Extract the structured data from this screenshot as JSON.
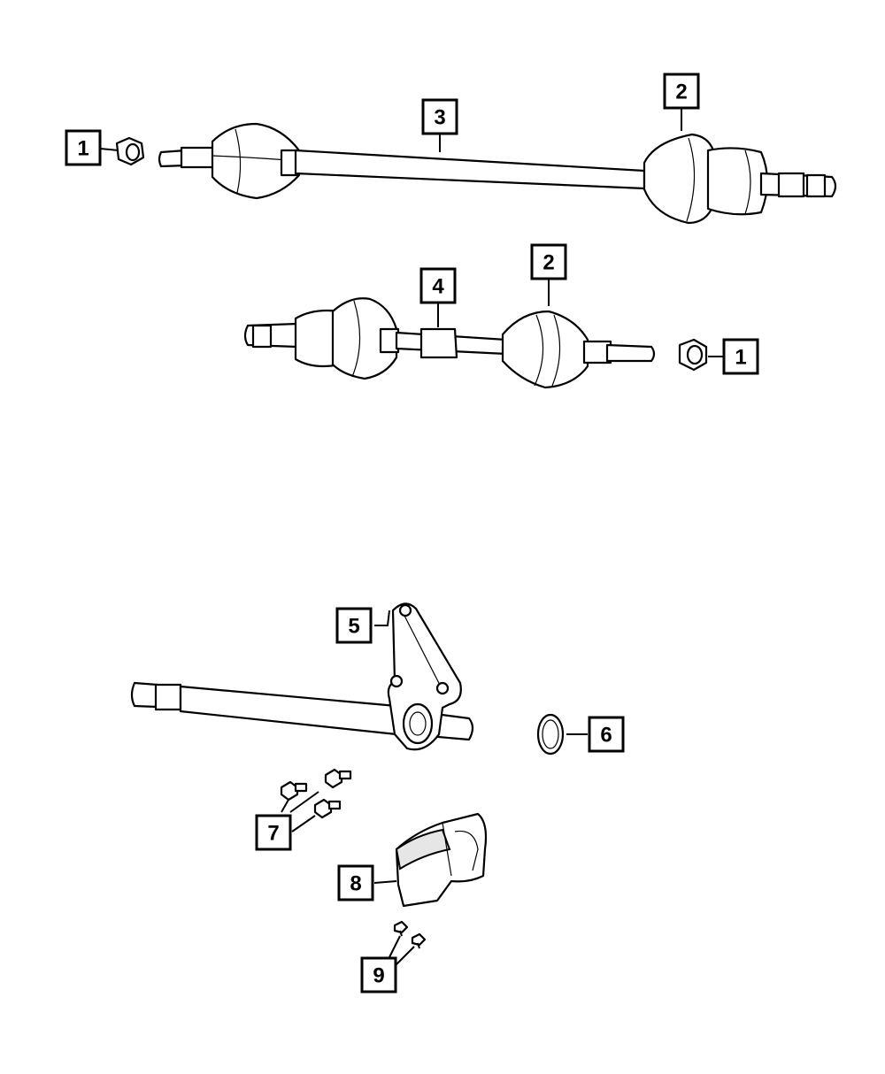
{
  "callouts": {
    "c1a": "1",
    "c3": "3",
    "c2a": "2",
    "c4": "4",
    "c2b": "2",
    "c1b": "1",
    "c5": "5",
    "c6": "6",
    "c7": "7",
    "c8": "8",
    "c9": "9"
  }
}
